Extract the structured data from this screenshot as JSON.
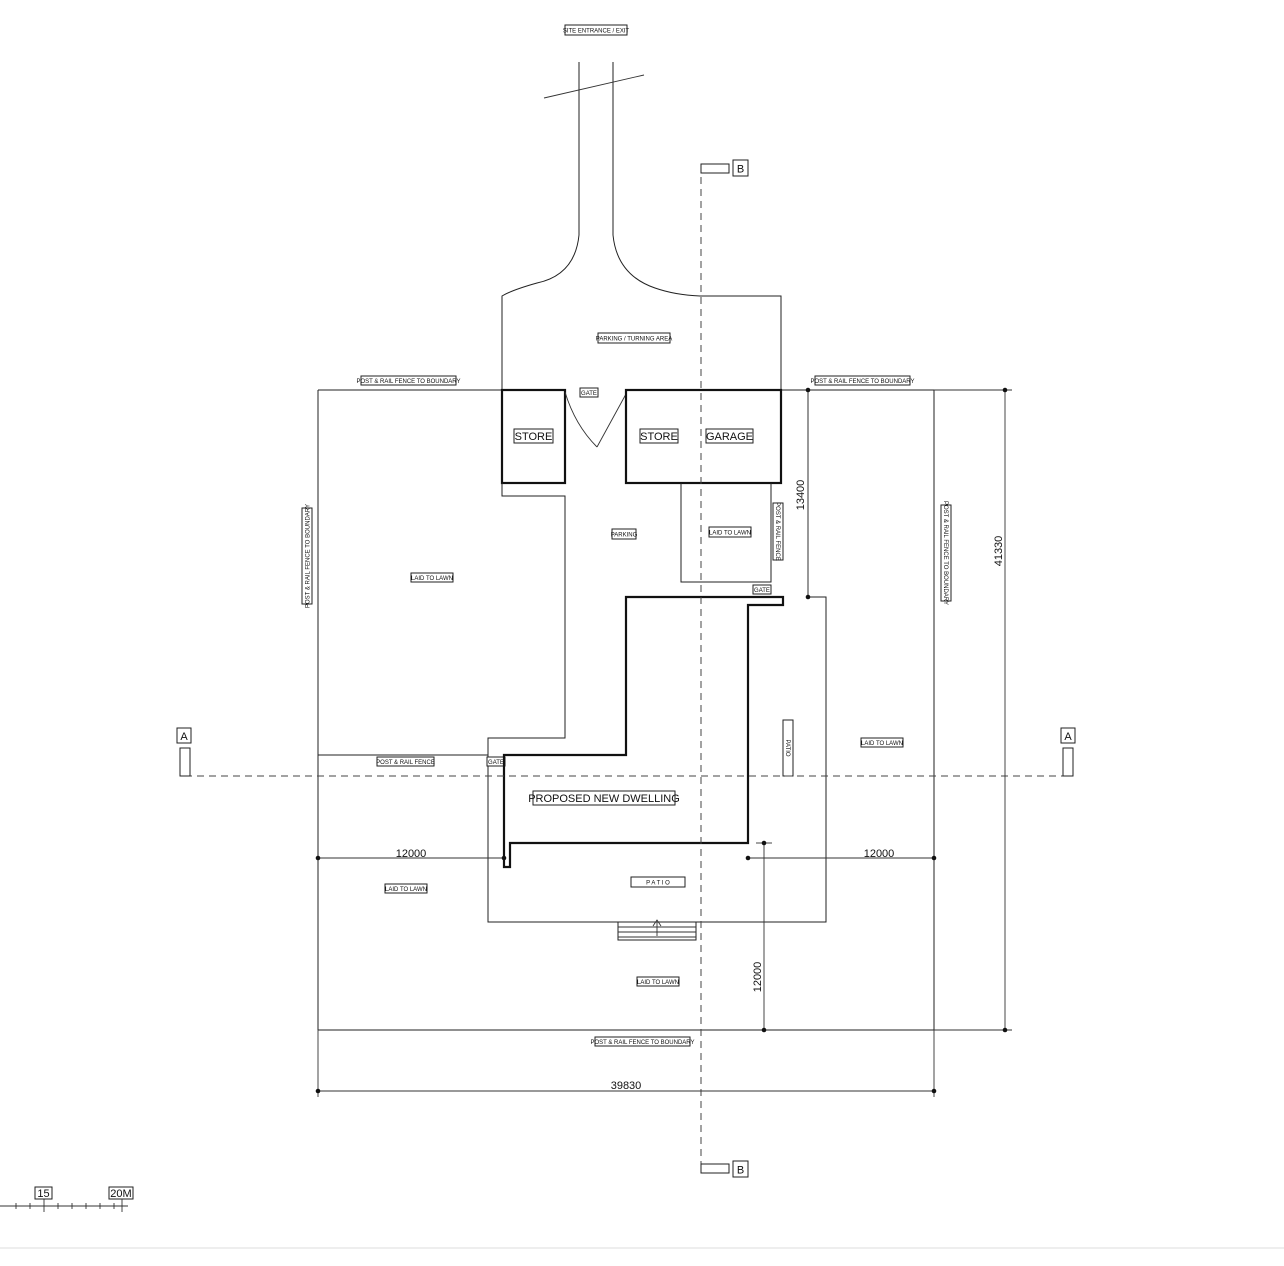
{
  "labels": {
    "site_entrance": "SITE ENTRANCE / EXIT",
    "parking_turning": "PARKING / TURNING AREA",
    "gate_top": "GATE",
    "fence_boundary_top_left": "POST & RAIL FENCE TO BOUNDARY",
    "fence_boundary_top_right": "POST & RAIL FENCE TO BOUNDARY",
    "store_left": "STORE",
    "store_right": "STORE",
    "garage": "GARAGE",
    "parking": "PARKING",
    "laid_to_lawn_courtyard": "LAID TO LAWN",
    "post_rail_fence_vertical": "POST & RAIL FENCE",
    "gate_right": "GATE",
    "fence_boundary_left": "POST & RAIL FENCE TO BOUNDARY",
    "fence_boundary_right": "POST & RAIL FENCE TO BOUNDARY",
    "laid_to_lawn_left": "LAID TO LAWN",
    "laid_to_lawn_right": "LAID TO LAWN",
    "patio_vertical": "PATIO",
    "post_rail_fence_horizontal": "POST & RAIL FENCE",
    "gate_left": "GATE",
    "proposed_dwelling": "PROPOSED NEW DWELLING",
    "patio_horizontal": "P A T I O",
    "laid_to_lawn_bottom_left": "LAID TO LAWN",
    "laid_to_lawn_bottom": "LAID TO LAWN",
    "fence_boundary_bottom": "POST & RAIL FENCE TO BOUNDARY"
  },
  "section_markers": {
    "a_left": "A",
    "a_right": "A",
    "b_top": "B",
    "b_bottom": "B"
  },
  "dimensions": {
    "left_offset": "12000",
    "right_offset": "12000",
    "rear_depth": "12000",
    "garage_depth": "13400",
    "overall_depth": "41330",
    "overall_width": "39830"
  },
  "scale_bar": {
    "mark_start": "15",
    "mark_end": "20M"
  }
}
